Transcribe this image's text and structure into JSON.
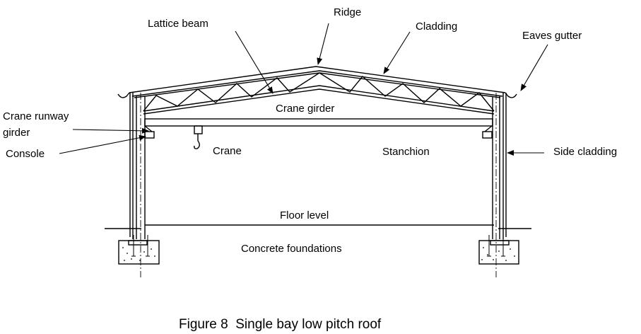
{
  "labels": {
    "ridge": "Ridge",
    "lattice_beam": "Lattice beam",
    "cladding": "Cladding",
    "eaves_gutter": "Eaves gutter",
    "crane_runway_girder_line1": "Crane runway",
    "crane_runway_girder_line2": "girder",
    "console": "Console",
    "crane_girder": "Crane girder",
    "crane": "Crane",
    "stanchion": "Stanchion",
    "side_cladding": "Side cladding",
    "floor_level": "Floor level",
    "concrete_foundations": "Concrete foundations"
  },
  "caption": "Figure 8  Single bay low pitch roof"
}
